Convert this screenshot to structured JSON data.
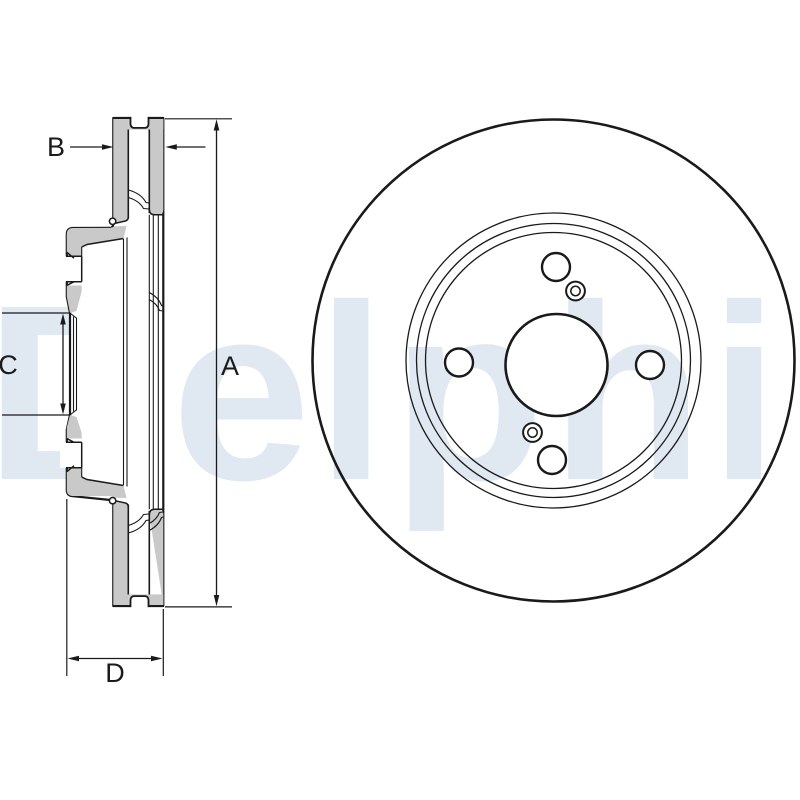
{
  "watermark": {
    "text": "Delphi",
    "color": "#e0e8f1"
  },
  "dimensions": {
    "a": "A",
    "b": "B",
    "c": "C",
    "d": "D"
  },
  "drawing": {
    "background": "#ffffff",
    "line_color": "#1a1a1a",
    "section_fill_gray": "#c9c9c9"
  }
}
